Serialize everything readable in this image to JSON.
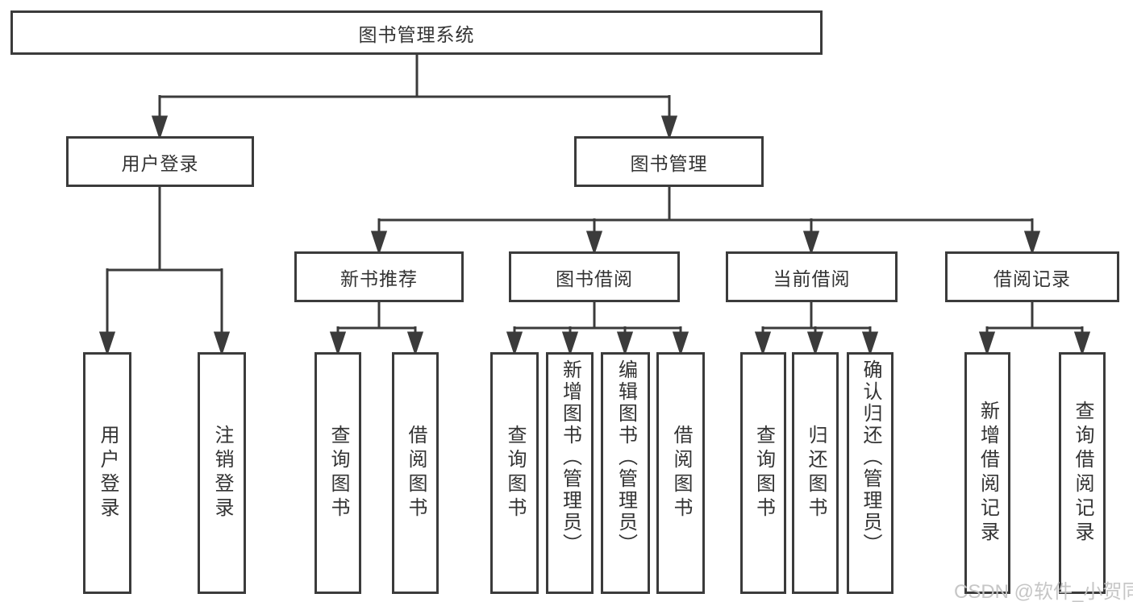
{
  "diagram": {
    "nodes": {
      "root": "图书管理系统",
      "user_login": "用户登录",
      "book_mgmt": "图书管理",
      "new_book": "新书推荐",
      "book_borrow": "图书借阅",
      "current_borrow": "当前借阅",
      "borrow_record": "借阅记录",
      "leaf_user_login": "用户登录",
      "leaf_logout": "注销登录",
      "leaf_nb_query": "查询图书",
      "leaf_nb_borrow": "借阅图书",
      "leaf_bb_query": "查询图书",
      "leaf_bb_add": "新增图书（管理员）",
      "leaf_bb_edit": "编辑图书（管理员）",
      "leaf_bb_borrow": "借阅图书",
      "leaf_cb_query": "查询图书",
      "leaf_cb_return": "归还图书",
      "leaf_cb_confirm": "确认归还（管理员）",
      "leaf_br_add": "新增借阅记录",
      "leaf_br_query": "查询借阅记录"
    },
    "watermark": "CSDN @软件_小贺同学",
    "colors": {
      "line": "#3b3b3b",
      "text": "#333333",
      "watermark": "#c3c3c3",
      "background": "#ffffff"
    }
  }
}
